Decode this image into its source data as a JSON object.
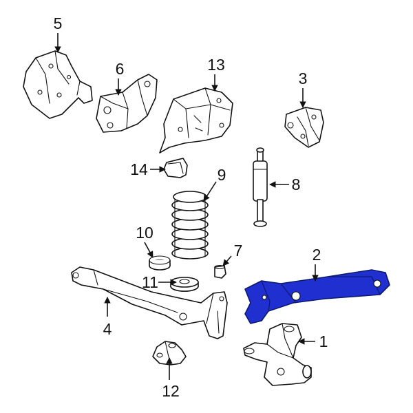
{
  "colors": {
    "highlight": "#1f2fd0",
    "line": "#111111",
    "background": "#ffffff"
  },
  "callouts": {
    "c1": "1",
    "c2": "2",
    "c3": "3",
    "c4": "4",
    "c5": "5",
    "c6": "6",
    "c7": "7",
    "c8": "8",
    "c9": "9",
    "c10": "10",
    "c11": "11",
    "c12": "12",
    "c13": "13",
    "c14": "14"
  },
  "highlighted_part": "2"
}
